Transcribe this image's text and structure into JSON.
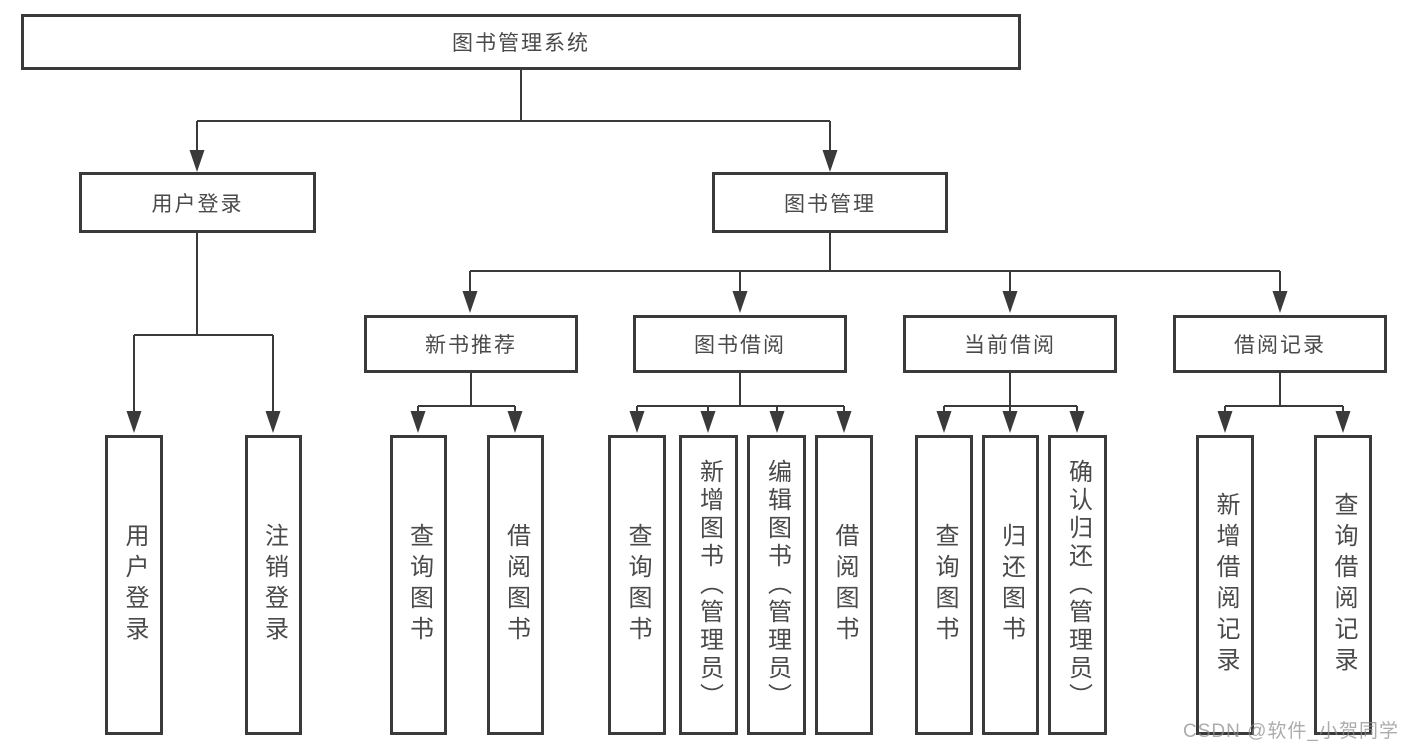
{
  "colors": {
    "line": "#3a3a3a",
    "box_border": "#3a3a3a",
    "text": "#4a4a4a",
    "background": "#ffffff",
    "watermark": "#8c8c8c"
  },
  "watermark": {
    "text": "CSDN @软件_小贺同学"
  },
  "tree": {
    "root": {
      "label": "图书管理系统"
    },
    "branches": [
      {
        "label": "用户登录",
        "children": [
          {
            "label": "用户登录"
          },
          {
            "label": "注销登录"
          }
        ]
      },
      {
        "label": "图书管理",
        "children": [
          {
            "label": "新书推荐",
            "children": [
              {
                "label": "查询图书"
              },
              {
                "label": "借阅图书"
              }
            ]
          },
          {
            "label": "图书借阅",
            "children": [
              {
                "label": "查询图书"
              },
              {
                "label": "新增图书（管理员）"
              },
              {
                "label": "编辑图书（管理员）"
              },
              {
                "label": "借阅图书"
              }
            ]
          },
          {
            "label": "当前借阅",
            "children": [
              {
                "label": "查询图书"
              },
              {
                "label": "归还图书"
              },
              {
                "label": "确认归还（管理员）"
              }
            ]
          },
          {
            "label": "借阅记录",
            "children": [
              {
                "label": "新增借阅记录"
              },
              {
                "label": "查询借阅记录"
              }
            ]
          }
        ]
      }
    ]
  }
}
